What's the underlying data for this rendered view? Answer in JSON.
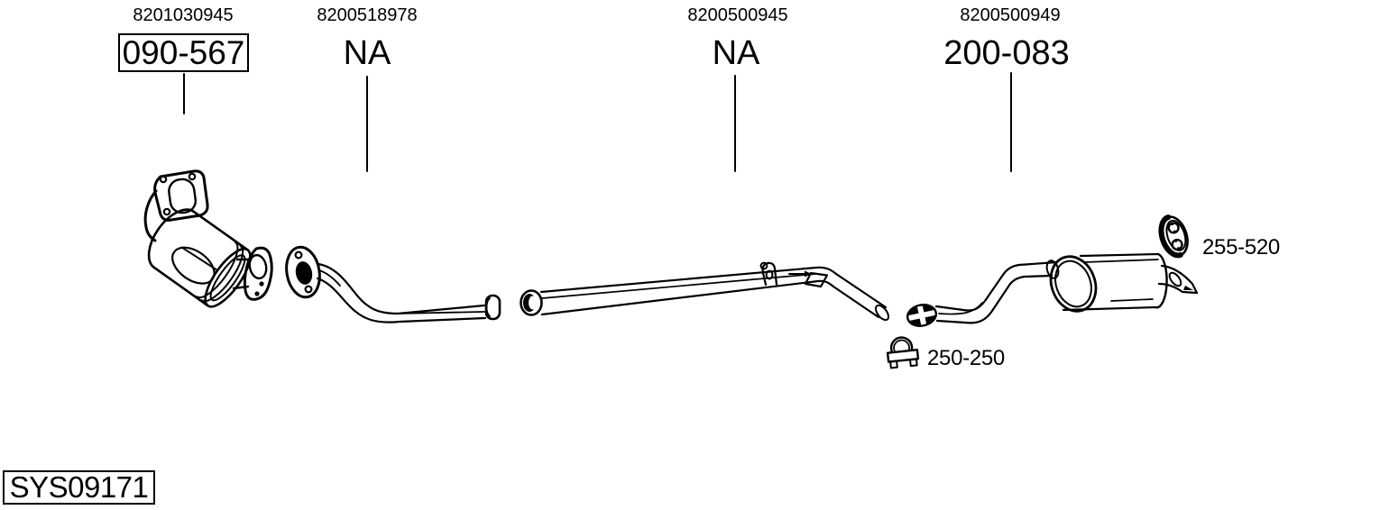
{
  "diagram": {
    "system_id": "SYS09171",
    "parts": [
      {
        "name": "catalytic-converter",
        "oe_number": "8201030945",
        "bosal_code": "090-567",
        "boxed": true
      },
      {
        "name": "front-pipe",
        "oe_number": "8200518978",
        "bosal_code": "NA",
        "boxed": false
      },
      {
        "name": "center-pipe",
        "oe_number": "8200500945",
        "bosal_code": "NA",
        "boxed": false
      },
      {
        "name": "rear-silencer",
        "oe_number": "8200500949",
        "bosal_code": "200-083",
        "boxed": false
      }
    ],
    "mounting_parts": [
      {
        "name": "pipe-clamp",
        "code": "250-250",
        "icon": "clamp-icon"
      },
      {
        "name": "rubber-mounting",
        "code": "255-520",
        "icon": "rubber-hanger-icon"
      }
    ],
    "colors": {
      "line": "#000000",
      "background": "#ffffff",
      "text": "#000000"
    }
  }
}
